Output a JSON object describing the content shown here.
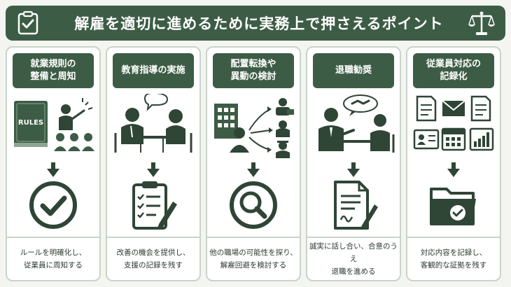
{
  "title": "解雇を適切に進めるために実務上で押さえるポイント",
  "colors": {
    "primary": "#3d5c45",
    "border": "#c9d4c8",
    "background": "#f4f5f1"
  },
  "steps": [
    {
      "heading": "就業規則の\n整備と周知",
      "illustration": "rules-book-and-presenter-icon",
      "book_label": "RULES",
      "result_icon": "checkmark-circle-icon",
      "caption": "ルールを明確化し、\n従業員に周知する"
    },
    {
      "heading": "教育指導の実施",
      "illustration": "meeting-conversation-icon",
      "result_icon": "clipboard-checklist-icon",
      "caption": "改善の機会を提供し、\n支援の記録を残す"
    },
    {
      "heading": "配置転換や\n異動の検討",
      "illustration": "building-transfer-icon",
      "result_icon": "magnifier-circle-icon",
      "caption": "他の職場の可能性を探り、\n解雇回避を検討する"
    },
    {
      "heading": "退職勧奨",
      "illustration": "handshake-discussion-icon",
      "result_icon": "signed-document-icon",
      "caption": "誠実に話し合い、合意のうえ\n退職を進める"
    },
    {
      "heading": "従業員対応の\n記録化",
      "illustration": "records-icons-grid",
      "result_icon": "folder-check-icon",
      "caption": "対応内容を記録し、\n客観的な証拠を残す"
    }
  ]
}
